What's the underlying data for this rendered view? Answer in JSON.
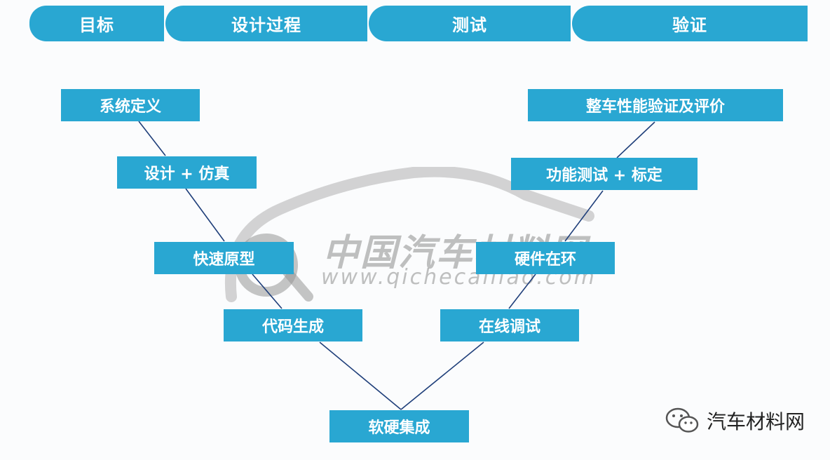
{
  "phases": [
    "目标",
    "设计过程",
    "测试",
    "验证"
  ],
  "left_branch": [
    "系统定义",
    "设计 + 仿真",
    "快速原型",
    "代码生成"
  ],
  "bottom": "软硬集成",
  "right_branch": [
    "整车性能验证及评价",
    "功能测试 + 标定",
    "硬件在环",
    "在线调试"
  ],
  "watermark": {
    "title": "中国汽车材料网",
    "url": "www.qichecailiao.com"
  },
  "brand": {
    "icon": "wechat-icon",
    "text": "汽车材料网"
  },
  "colors": {
    "box": "#29a7d2",
    "line": "#1f3f7a",
    "watermark": "#8c8c8c"
  }
}
